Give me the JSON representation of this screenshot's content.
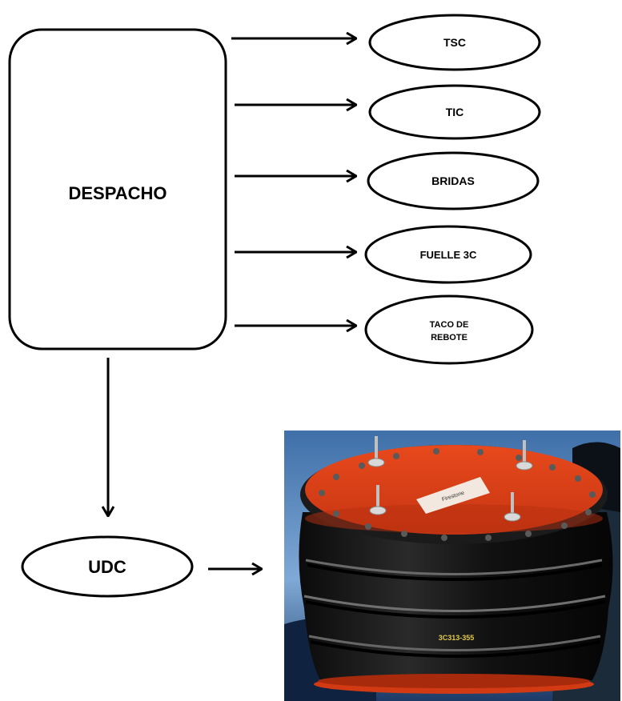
{
  "diagram": {
    "main_box": {
      "label": "DESPACHO"
    },
    "outputs": [
      {
        "label": "TSC"
      },
      {
        "label": "TIC"
      },
      {
        "label": "BRIDAS"
      },
      {
        "label": "FUELLE 3C"
      },
      {
        "label_line1": "TACO DE",
        "label_line2": "REBOTE"
      }
    ],
    "udc": {
      "label": "UDC"
    },
    "photo": {
      "description_icon": "air-spring-bellows-photo",
      "part_code": "3C313-355",
      "plate_label": "Firestone"
    }
  }
}
